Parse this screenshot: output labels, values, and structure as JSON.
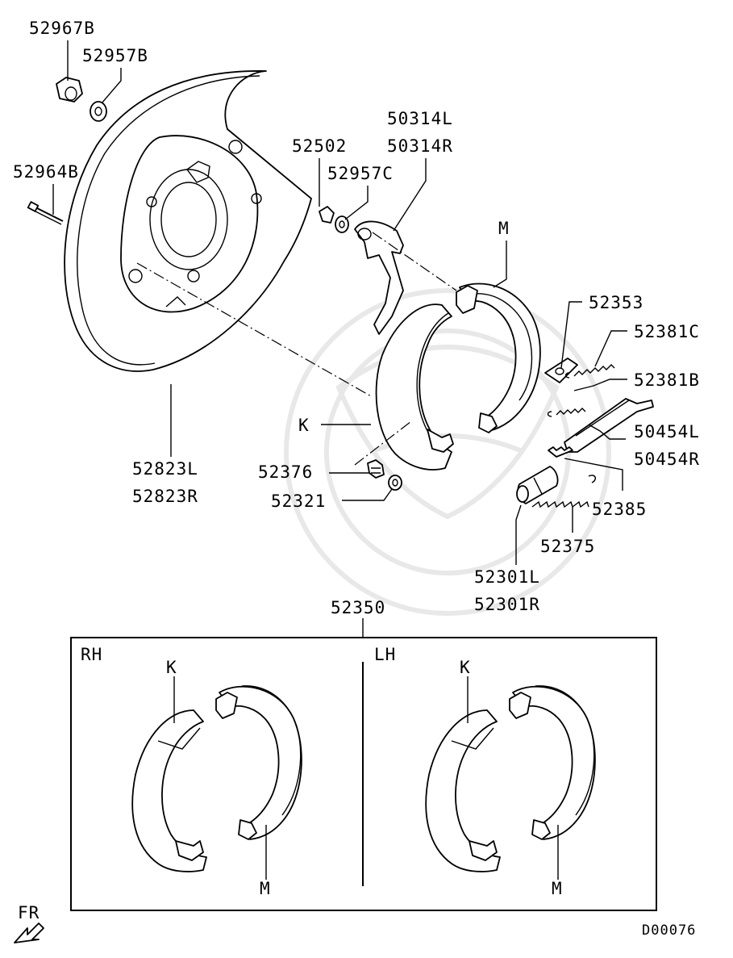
{
  "labels": {
    "p52967b": "52967B",
    "p52957b": "52957B",
    "p52964b": "52964B",
    "p52823l": "52823L",
    "p52823r": "52823R",
    "p52502": "52502",
    "p52957c": "52957C",
    "p50314l": "50314L",
    "p50314r": "50314R",
    "m_top": "M",
    "p52353": "52353",
    "p52381c": "52381C",
    "p52381b": "52381B",
    "k_top": "K",
    "p50454l": "50454L",
    "p50454r": "50454R",
    "p52376": "52376",
    "p52321": "52321",
    "p52385": "52385",
    "p52375": "52375",
    "p52301l": "52301L",
    "p52301r": "52301R",
    "p52350": "52350"
  },
  "kit_box": {
    "rh_label": "RH",
    "lh_label": "LH",
    "rh_k": "K",
    "rh_m": "M",
    "lh_k": "K",
    "lh_m": "M"
  },
  "direction_label": "FR",
  "diagram_id": "D00076"
}
